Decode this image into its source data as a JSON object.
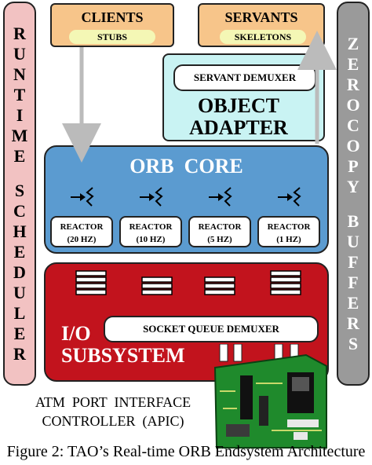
{
  "left_bar": {
    "word1": [
      "R",
      "U",
      "N",
      "T",
      "I",
      "M",
      "E"
    ],
    "word2": [
      "S",
      "C",
      "H",
      "E",
      "D",
      "U",
      "L",
      "E",
      "R"
    ]
  },
  "right_bar": {
    "word1": [
      "Z",
      "E",
      "R",
      "O",
      "C",
      "O",
      "P",
      "Y"
    ],
    "word2": [
      "B",
      "U",
      "F",
      "F",
      "E",
      "R",
      "S"
    ]
  },
  "clients": {
    "title": "CLIENTS",
    "sub": "STUBS"
  },
  "servants": {
    "title": "SERVANTS",
    "sub": "SKELETONS"
  },
  "object_adapter": {
    "demuxer": "SERVANT DEMUXER",
    "line1": "OBJECT",
    "line2": "ADAPTER"
  },
  "orb_core": {
    "title": "ORB  CORE",
    "reactors": [
      {
        "label": "REACTOR",
        "rate": "(20 HZ)"
      },
      {
        "label": "REACTOR",
        "rate": "(10 HZ)"
      },
      {
        "label": "REACTOR",
        "rate": "(5 HZ)"
      },
      {
        "label": "REACTOR",
        "rate": "(1 HZ)"
      }
    ]
  },
  "io": {
    "line1": "I/O",
    "line2": "SUBSYSTEM",
    "demuxer": "SOCKET QUEUE DEMUXER"
  },
  "apic": {
    "line1": "ATM  PORT  INTERFACE",
    "line2": "CONTROLLER  (APIC)"
  },
  "caption": "Figure 2: TAO’s Real-time ORB Endsystem Architecture",
  "colors": {
    "runtime": "#f2c2c2",
    "zerocopy": "#9a9a9a",
    "orange": "#f7c58a",
    "cyan": "#c9f3f3",
    "blue": "#5b9bd0",
    "red": "#c2131d",
    "yellow": "#f4f7b5",
    "pcb": "#1f8a2c"
  }
}
